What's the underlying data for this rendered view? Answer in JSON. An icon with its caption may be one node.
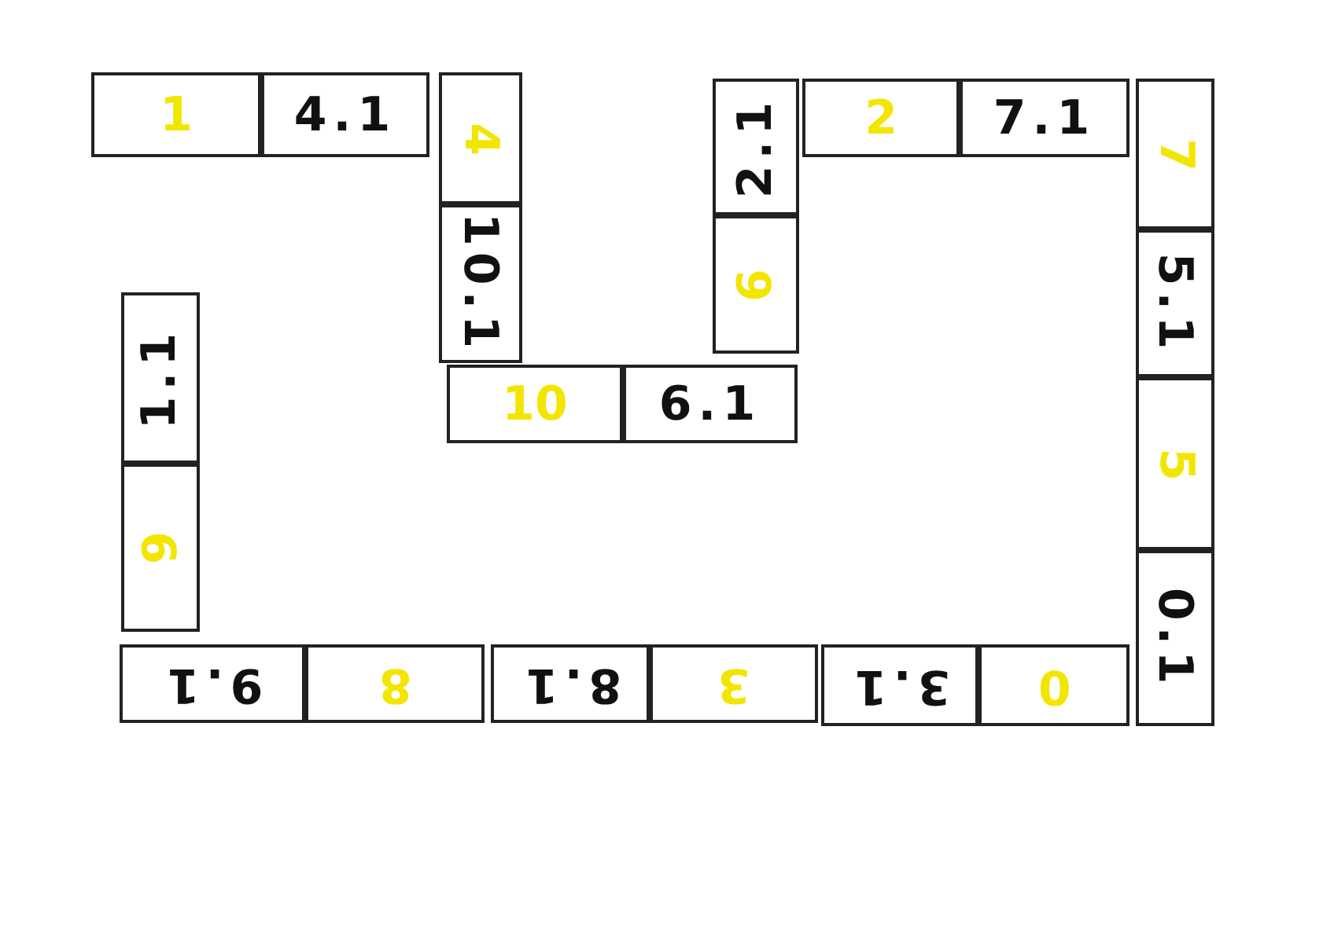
{
  "diagram": {
    "nodes": [
      {
        "text": [
          "1"
        ]
      },
      {
        "text": [
          "4.1"
        ]
      },
      {
        "text": [
          "4"
        ]
      },
      {
        "text": [
          "10.1"
        ]
      },
      {
        "text": [
          "10"
        ]
      },
      {
        "text": [
          "6.1"
        ]
      },
      {
        "text": [
          "6"
        ]
      },
      {
        "text": [
          "2.1"
        ]
      },
      {
        "text": [
          "2"
        ]
      },
      {
        "text": [
          "7.1"
        ]
      },
      {
        "text": [
          "7"
        ]
      },
      {
        "text": [
          "5.1"
        ]
      },
      {
        "text": [
          "5"
        ]
      },
      {
        "text": [
          "0.1"
        ]
      },
      {
        "text": [
          "0"
        ]
      },
      {
        "text": [
          "3.1"
        ]
      },
      {
        "text": [
          "3"
        ]
      },
      {
        "text": [
          "8.1"
        ]
      },
      {
        "text": [
          "8"
        ]
      },
      {
        "text": [
          "9.1"
        ]
      },
      {
        "text": [
          "9"
        ]
      },
      {
        "text": [
          "1.1"
        ]
      }
    ]
  }
}
